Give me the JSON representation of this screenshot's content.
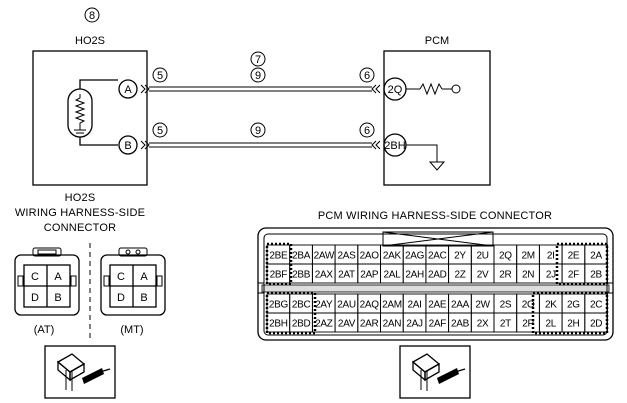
{
  "schematic": {
    "sensor_title": "HO2S",
    "pcm_title": "PCM",
    "markers": {
      "top": "8",
      "wire_a_upper": "7",
      "wire_a_lower": "9",
      "wire_b": "9",
      "sensor_side": "5",
      "pcm_side": "6"
    },
    "sensor_pins": [
      "A",
      "B"
    ],
    "pcm_pins": [
      "2Q",
      "2BH"
    ]
  },
  "ho2s_connector": {
    "title_line1": "HO2S",
    "title_line2": "WIRING HARNESS-SIDE",
    "title_line3": "CONNECTOR",
    "at": {
      "cells": [
        "C",
        "A",
        "D",
        "B"
      ],
      "label": "(AT)"
    },
    "mt": {
      "cells": [
        "C",
        "A",
        "D",
        "B"
      ],
      "label": "(MT)"
    }
  },
  "pcm_connector": {
    "title": "PCM WIRING HARNESS-SIDE CONNECTOR",
    "upper_rows": [
      [
        "2BE",
        "2BA",
        "2AW",
        "2AS",
        "2AO",
        "2AK",
        "2AG",
        "2AC",
        "2Y",
        "2U",
        "2Q",
        "2M",
        "2I",
        "2E",
        "2A"
      ],
      [
        "2BF",
        "2BB",
        "2AX",
        "2AT",
        "2AP",
        "2AL",
        "2AH",
        "2AD",
        "2Z",
        "2V",
        "2R",
        "2N",
        "2J",
        "2F",
        "2B"
      ]
    ],
    "lower_rows": [
      [
        "2BG",
        "2BC",
        "2AY",
        "2AU",
        "2AQ",
        "2AM",
        "2AI",
        "2AE",
        "2AA",
        "2W",
        "2S",
        "2O",
        "2K",
        "2G",
        "2C"
      ],
      [
        "2BH",
        "2BD",
        "2AZ",
        "2AV",
        "2AR",
        "2AN",
        "2AJ",
        "2AF",
        "2AB",
        "2X",
        "2T",
        "2P",
        "2L",
        "2H",
        "2D"
      ]
    ]
  }
}
